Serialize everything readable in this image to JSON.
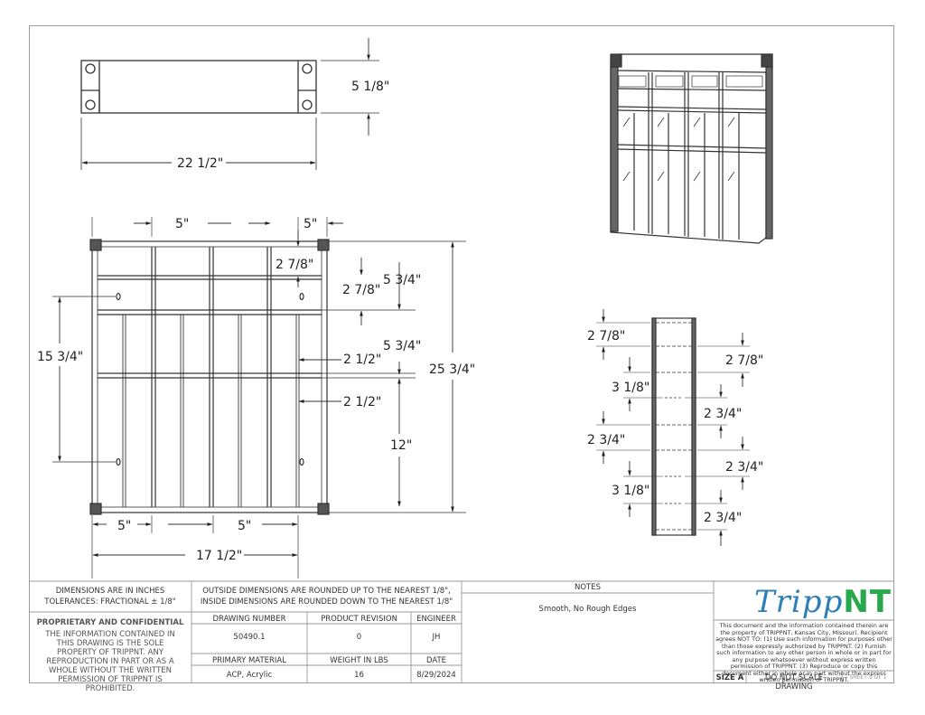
{
  "top_view": {
    "height": "5 1/8\"",
    "width": "22 1/2\""
  },
  "plan_view": {
    "top_left_5": "5\"",
    "top_right_5": "5\"",
    "d_278_a": "2 7/8\"",
    "d_278_b": "2 7/8\"",
    "d_534_a": "5 3/4\"",
    "d_534_b": "5 3/4\"",
    "d_212_a": "2 1/2\"",
    "d_212_b": "2 1/2\"",
    "d_1534": "15 3/4\"",
    "d_2534": "25 3/4\"",
    "d_12": "12\"",
    "bottom_5_a": "5\"",
    "bottom_5_b": "5\"",
    "d_1712": "17 1/2\""
  },
  "side_view": {
    "l1": "2 7/8\"",
    "l2": "3 1/8\"",
    "l3": "2 3/4\"",
    "l4": "3 1/8\"",
    "r1": "2 7/8\"",
    "r2": "2 3/4\"",
    "r3": "2 3/4\"",
    "r4": "2 3/4\""
  },
  "title_block": {
    "units_line": "DIMENSIONS ARE IN INCHES",
    "tolerance_line": "TOLERANCES: FRACTIONAL ± 1/8\"",
    "rounding_line1": "OUTSIDE DIMENSIONS ARE ROUNDED UP TO THE NEAREST 1/8\",",
    "rounding_line2": "INSIDE DIMENSIONS ARE ROUNDED DOWN TO THE NEAREST 1/8\"",
    "notes_header": "NOTES",
    "notes_text": "Smooth, No Rough Edges",
    "proprietary_header": "PROPRIETARY AND CONFIDENTIAL",
    "proprietary_text": "THE INFORMATION CONTAINED IN THIS DRAWING IS THE SOLE PROPERTY OF TRIPPNT. ANY REPRODUCTION IN PART OR AS A WHOLE WITHOUT THE WRITTEN PERMISSION OF TRIPPNT IS PROHIBITED.",
    "drawing_number_label": "DRAWING NUMBER",
    "drawing_number": "50490.1",
    "product_revision_label": "PRODUCT REVISION",
    "product_revision": "0",
    "engineer_label": "ENGINEER",
    "engineer": "JH",
    "material_label": "PRIMARY MATERIAL",
    "material": "ACP, Acrylic",
    "weight_label": "WEIGHT IN LBS",
    "weight": "16",
    "date_label": "DATE",
    "date": "8/29/2024",
    "logo_text": "Tripp",
    "logo_suffix": "NT",
    "legal_text": "This document and the information contained therein are the property of TRIPPNT, Kansas City, Missouri. Recipient agrees NOT TO: (1) Use such information for purposes other than those expressly authorized by TRIPPNT. (2) Furnish such information to any other person in whole or in part for any purpose whatsoever without express written permission of TRIPPNT. (3) Reproduce or copy this document either in whole or in part without the express written permission of TRIPPNT.",
    "size_label": "SIZE A",
    "scale_note": "DO NOT SCALE DRAWING",
    "sheet": "SHEET 1 OF 1"
  }
}
